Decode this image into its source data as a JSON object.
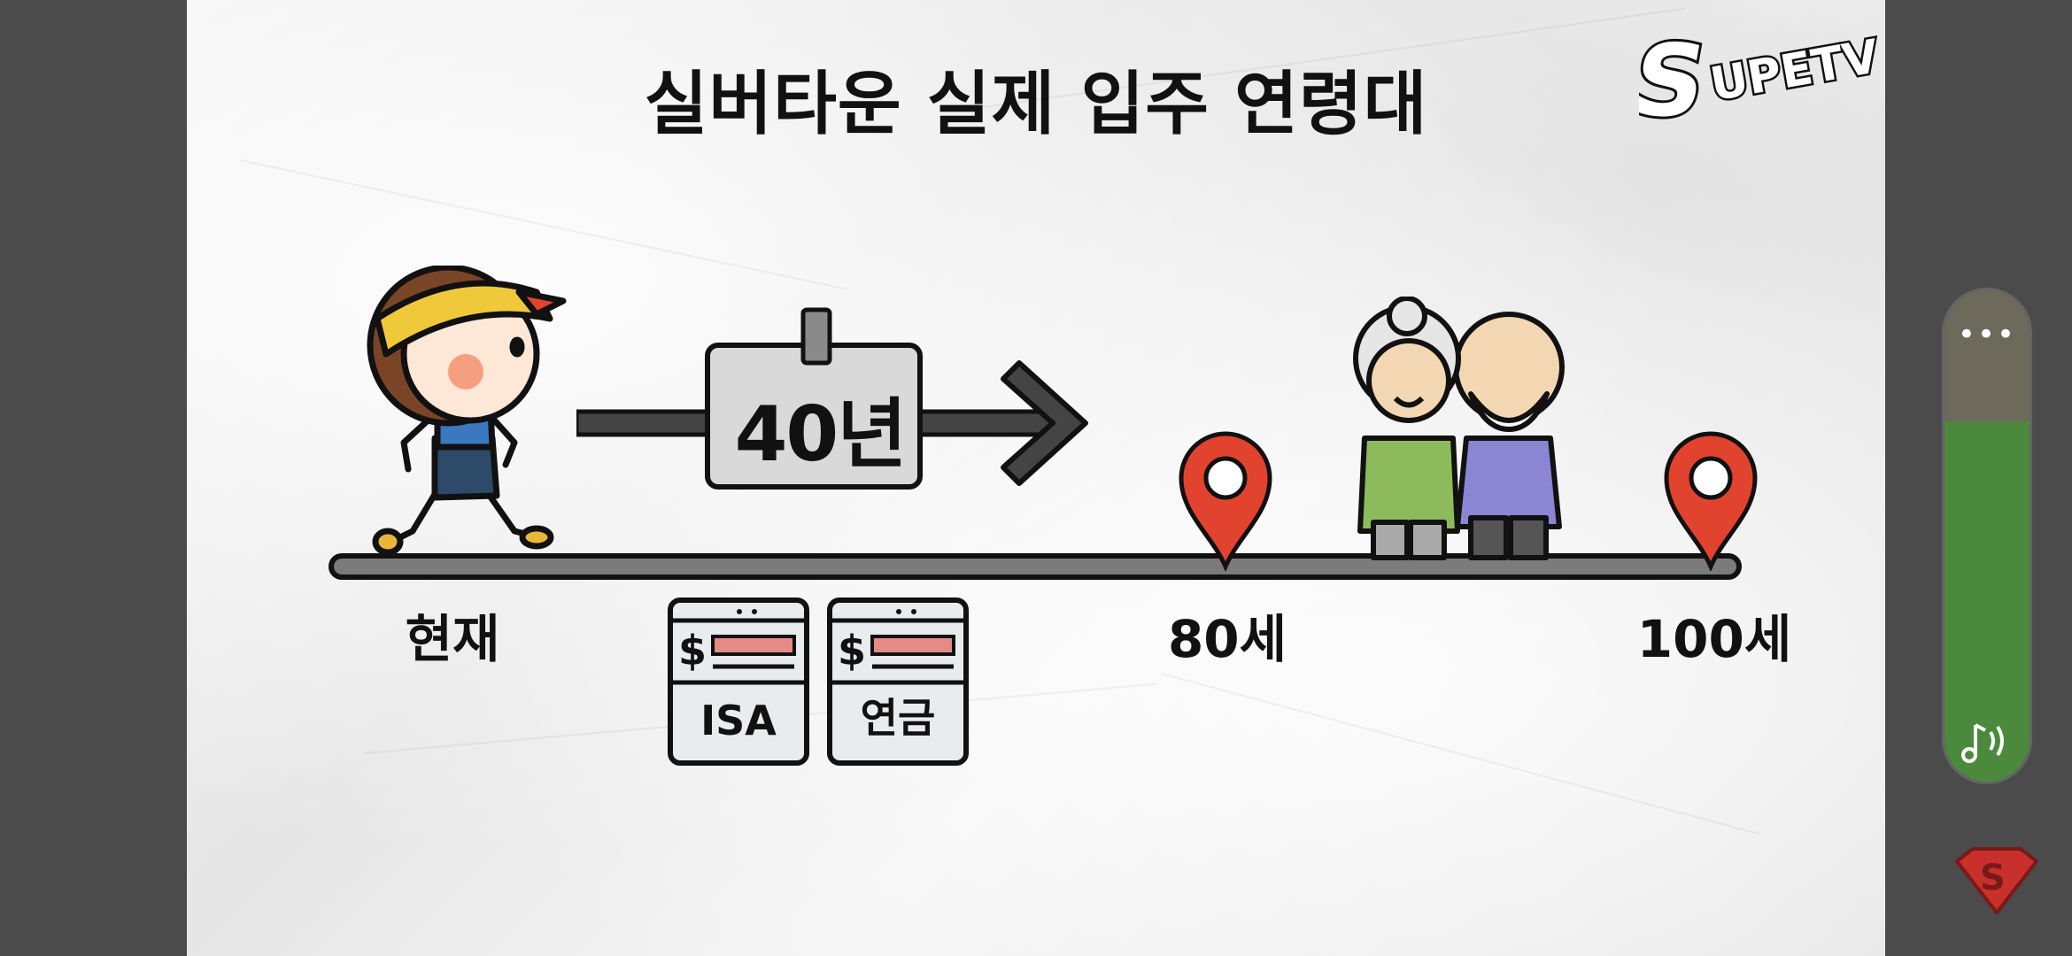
{
  "slide": {
    "title": "실버타운 실제 입주 연령대",
    "logo_text": "SUPETV",
    "duration_label": "40년",
    "timeline_labels": {
      "present": "현재",
      "age_80": "80세",
      "age_100": "100세"
    },
    "cards": [
      {
        "label": "ISA",
        "icon": "dollar-document-icon"
      },
      {
        "label": "연금",
        "icon": "dollar-document-icon"
      }
    ],
    "colors": {
      "pin": "#e2432e",
      "bar": "#7b7b7b",
      "panel_fill": "#4b8a3d"
    }
  },
  "side_controls": {
    "more_icon": "more-dots-icon",
    "audio_icon": "music-note-audio-icon",
    "badge_icon": "superman-shield-icon"
  }
}
